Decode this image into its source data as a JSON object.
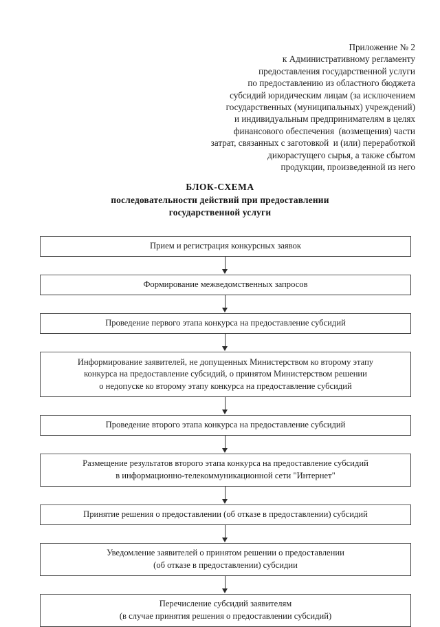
{
  "document": {
    "appendix_header_lines": [
      "Приложение № 2",
      "к Административному регламенту",
      "предоставления государственной услуги",
      "по предоставлению из областного бюджета",
      "субсидий юридическим лицам (за исключением",
      "государственных (муниципальных) учреждений)",
      "и индивидуальным предпринимателям в целях",
      "финансового обеспечения  (возмещения) части",
      "затрат, связанных с заготовкой  и (или) переработкой",
      "дикорастущего сырья, а также сбытом",
      "продукции, произведенной из него"
    ],
    "title_main": "БЛОК-СХЕМА",
    "title_sub_line1": "последовательности действий при предоставлении",
    "title_sub_line2": "государственной услуги"
  },
  "flowchart": {
    "steps": [
      {
        "id": "step-1",
        "lines": 1,
        "text": "Прием и регистрация конкурсных заявок"
      },
      {
        "id": "step-2",
        "lines": 1,
        "text": "Формирование межведомственных запросов"
      },
      {
        "id": "step-3",
        "lines": 1,
        "text": "Проведение первого этапа конкурса на предоставление субсидий"
      },
      {
        "id": "step-4",
        "lines": 3,
        "text": "Информирование заявителей, не допущенных Министерством ко второму этапу\nконкурса на предоставление субсидий, о принятом Министерством решении\nо недопуске ко второму этапу конкурса на предоставление субсидий"
      },
      {
        "id": "step-5",
        "lines": 1,
        "text": "Проведение второго этапа конкурса на предоставление субсидий"
      },
      {
        "id": "step-6",
        "lines": 2,
        "text": "Размещение результатов второго этапа конкурса на предоставление субсидий\nв информационно-телекоммуникационной сети \"Интернет\""
      },
      {
        "id": "step-7",
        "lines": 1,
        "text": "Принятие решения о предоставлении (об отказе в предоставлении) субсидий"
      },
      {
        "id": "step-8",
        "lines": 2,
        "text": "Уведомление заявителей о принятом решении о предоставлении\n(об отказе в предоставлении) субсидии"
      },
      {
        "id": "step-9",
        "lines": 2,
        "text": "Перечисление субсидий заявителям\n(в случае принятия решения о предоставлении субсидий)"
      }
    ]
  },
  "colors": {
    "page_background": "#ffffff",
    "text": "#1e1e1e",
    "box_border": "#3a3a3a",
    "arrow": "#2b2b2b"
  }
}
